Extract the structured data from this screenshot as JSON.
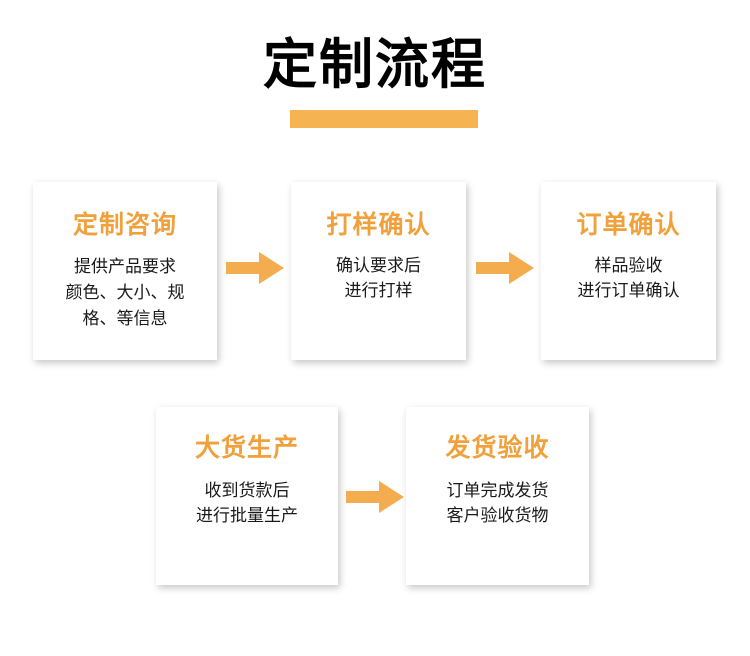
{
  "page": {
    "title": "定制流程",
    "accent_color": "#f0a13c",
    "underline_color": "#f6b352",
    "arrow_color": "#f3ad4e",
    "background_color": "#ffffff",
    "body_text_color": "#1a1a1a"
  },
  "steps": [
    {
      "id": "step-1",
      "title": "定制咨询",
      "lines": [
        "提供产品要求",
        "颜色、大小、规",
        "格、等信息"
      ]
    },
    {
      "id": "step-2",
      "title": "打样确认",
      "lines": [
        "确认要求后",
        "进行打样"
      ]
    },
    {
      "id": "step-3",
      "title": "订单确认",
      "lines": [
        "样品验收",
        "进行订单确认"
      ]
    },
    {
      "id": "step-4",
      "title": "大货生产",
      "lines": [
        "收到货款后",
        "进行批量生产"
      ]
    },
    {
      "id": "step-5",
      "title": "发货验收",
      "lines": [
        "订单完成发货",
        "客户验收货物"
      ]
    }
  ],
  "connectors": [
    {
      "id": "connector-1",
      "from": "step-1",
      "to": "step-2",
      "icon": "arrow-right-icon"
    },
    {
      "id": "connector-2",
      "from": "step-2",
      "to": "step-3",
      "icon": "arrow-right-icon"
    },
    {
      "id": "connector-3",
      "from": "step-4",
      "to": "step-5",
      "icon": "arrow-right-icon"
    }
  ]
}
